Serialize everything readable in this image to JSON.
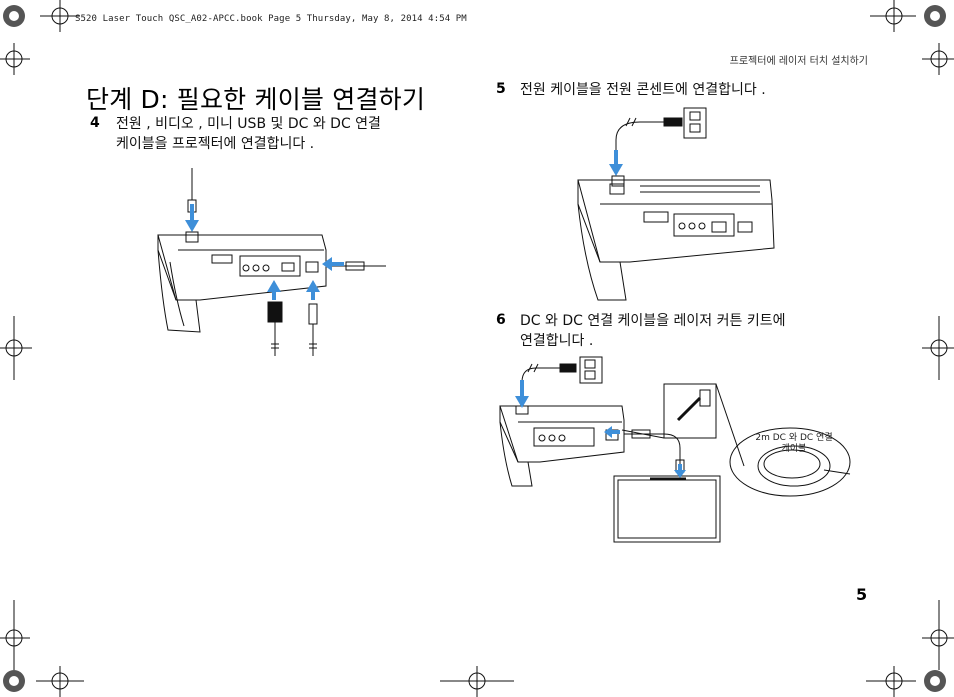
{
  "file_header": "S520 Laser Touch QSC_A02-APCC.book  Page 5  Thursday, May 8, 2014  4:54 PM",
  "running_head": "프로젝터에 레이저 터치 설치하기",
  "section_title": "단계 D: 필요한 케이블 연결하기",
  "steps": [
    {
      "number": "4",
      "line1": "전원 , 비디오 , 미니 USB 및 DC 와 DC 연결",
      "line2": "케이블을 프로젝터에 연결합니다 ."
    },
    {
      "number": "5",
      "line1": "전원 케이블을 전원 콘센트에 연결합니다 .",
      "line2": ""
    },
    {
      "number": "6",
      "line1": "DC 와 DC 연결 케이블을 레이저 커튼 키트에",
      "line2": "연결합니다 ."
    }
  ],
  "cable_caption": {
    "line1": "2m DC 와 DC 연결",
    "line2": "케이블"
  },
  "page_number": "5",
  "colors": {
    "arrow": "#3e8fd9",
    "ink": "#111111"
  }
}
